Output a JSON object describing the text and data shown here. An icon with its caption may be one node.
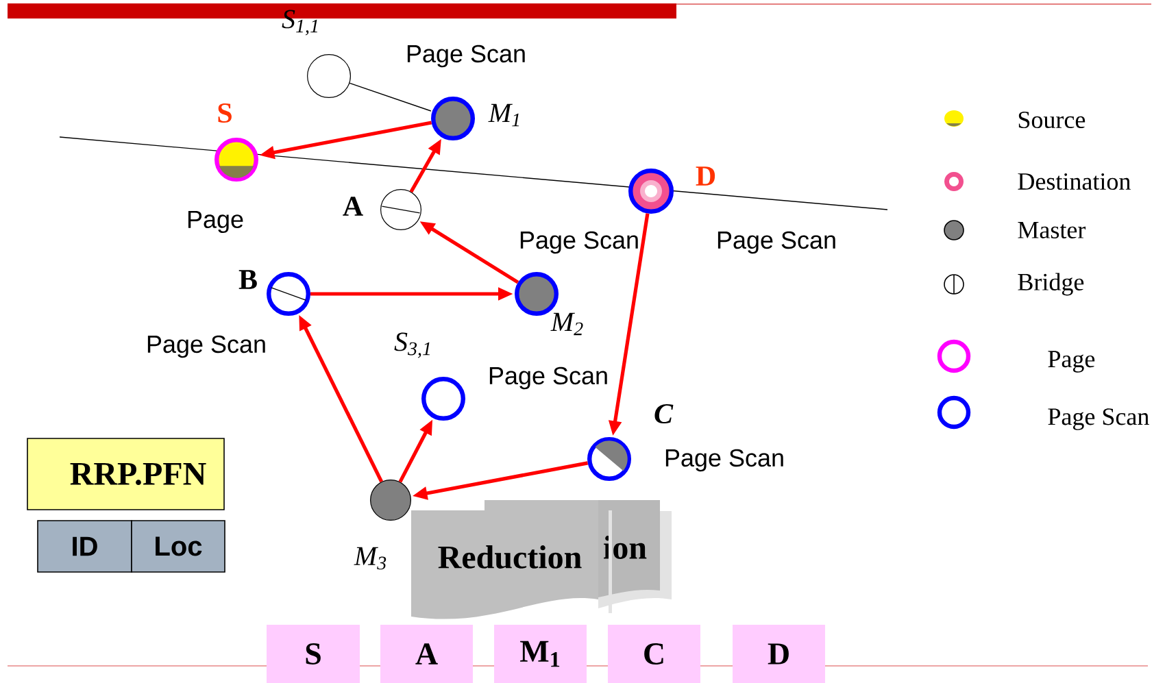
{
  "diagram": {
    "nodes": [
      {
        "text": [],
        "shape": "circle",
        "beside": [
          "S$_{1,1}$"
        ]
      },
      {
        "text": [],
        "shape": "circle",
        "beside": [
          "M$_{1}$",
          "Page Scan"
        ]
      },
      {
        "text": [],
        "shape": "circle",
        "beside": [
          "S",
          "Page"
        ]
      },
      {
        "text": [],
        "shape": "circle",
        "beside": [
          "A"
        ]
      },
      {
        "text": [],
        "shape": "circle",
        "beside": [
          "D",
          "Page Scan"
        ]
      },
      {
        "text": [],
        "shape": "circle",
        "beside": [
          "B",
          "Page Scan"
        ]
      },
      {
        "text": [],
        "shape": "circle",
        "beside": [
          "M$_{2}$",
          "Page Scan"
        ]
      },
      {
        "text": [],
        "shape": "circle",
        "beside": [
          "S$_{3,1}$",
          "Page Scan"
        ]
      },
      {
        "text": [],
        "shape": "circle",
        "beside": [
          "C",
          "Page Scan"
        ]
      },
      {
        "text": [],
        "shape": "circle",
        "beside": [
          "M$_{3}$"
        ]
      },
      {
        "text": [
          "RRP.PFN"
        ]
      },
      {
        "text": [
          "ID"
        ]
      },
      {
        "text": [
          "Loc"
        ]
      },
      {
        "text": [
          "ion"
        ]
      },
      {
        "text": [
          "Reduction"
        ]
      },
      {
        "text": [
          "S"
        ]
      },
      {
        "text": [
          "A"
        ]
      },
      {
        "text": [
          "M$_{1}$"
        ]
      },
      {
        "text": [
          "C"
        ]
      },
      {
        "text": [
          "D"
        ]
      }
    ],
    "edges": [
      {
        "from": 0,
        "to": 1,
        "arrow": "none",
        "color": "#000000"
      },
      {
        "from": 1,
        "to": 2,
        "arrow": "to"
      },
      {
        "from": 3,
        "to": 1,
        "arrow": "to"
      },
      {
        "from": 6,
        "to": 3,
        "arrow": "to"
      },
      {
        "from": 5,
        "to": 6,
        "arrow": "to"
      },
      {
        "from": 9,
        "to": 5,
        "arrow": "to"
      },
      {
        "from": 9,
        "to": 7,
        "arrow": "to"
      },
      {
        "from": 8,
        "to": 9,
        "arrow": "to"
      },
      {
        "from": 4,
        "to": 8,
        "arrow": "to"
      }
    ],
    "legend": [
      {
        "text": "Source"
      },
      {
        "text": "Destination"
      },
      {
        "text": "Master"
      },
      {
        "text": "Bridge"
      },
      {
        "text": "Page"
      },
      {
        "text": "Page Scan"
      }
    ]
  }
}
